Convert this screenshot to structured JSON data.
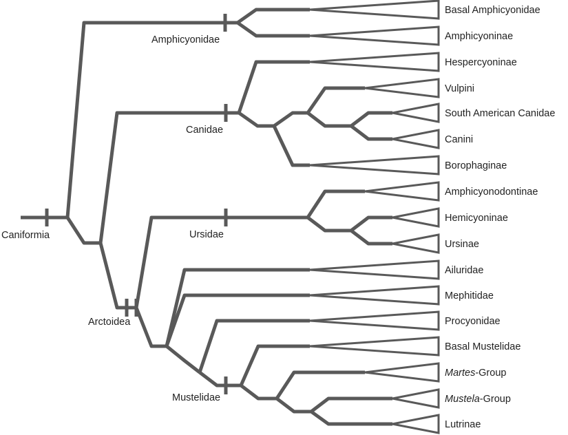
{
  "root_label": "Caniformia",
  "node_labels": {
    "amphicyonidae": "Amphicyonidae",
    "canidae": "Canidae",
    "ursidae": "Ursidae",
    "arctoidea": "Arctoidea",
    "mustelidae": "Mustelidae"
  },
  "taxa": [
    {
      "id": "basal-amphicyonidae",
      "italic": "",
      "text": "Basal Amphicyonidae"
    },
    {
      "id": "amphicyoninae",
      "italic": "",
      "text": "Amphicyoninae"
    },
    {
      "id": "hespercyoninae",
      "italic": "",
      "text": "Hespercyoninae"
    },
    {
      "id": "vulpini",
      "italic": "",
      "text": "Vulpini"
    },
    {
      "id": "south-american-canidae",
      "italic": "",
      "text": "South American Canidae"
    },
    {
      "id": "canini",
      "italic": "",
      "text": "Canini"
    },
    {
      "id": "borophaginae",
      "italic": "",
      "text": "Borophaginae"
    },
    {
      "id": "amphicyonodontinae",
      "italic": "",
      "text": "Amphicyonodontinae"
    },
    {
      "id": "hemicyoninae",
      "italic": "",
      "text": "Hemicyoninae"
    },
    {
      "id": "ursinae",
      "italic": "",
      "text": "Ursinae"
    },
    {
      "id": "ailuridae",
      "italic": "",
      "text": "Ailuridae"
    },
    {
      "id": "mephitidae",
      "italic": "",
      "text": "Mephitidae"
    },
    {
      "id": "procyonidae",
      "italic": "",
      "text": "Procyonidae"
    },
    {
      "id": "basal-mustelidae",
      "italic": "",
      "text": "Basal Mustelidae"
    },
    {
      "id": "martes-group",
      "italic": "Martes",
      "text": "-Group"
    },
    {
      "id": "mustela-group",
      "italic": "Mustela",
      "text": "-Group"
    },
    {
      "id": "lutrinae",
      "italic": "",
      "text": "Lutrinae"
    }
  ],
  "colors": {
    "branch": "#595959",
    "text": "#222222",
    "background": "#ffffff"
  }
}
